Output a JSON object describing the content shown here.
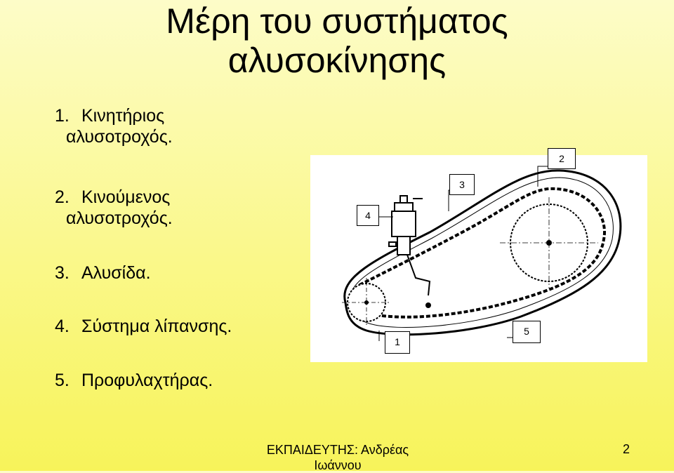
{
  "slide": {
    "title_line1": "Μέρη του συστήματος",
    "title_line2": "αλυσοκίνησης",
    "items": [
      {
        "num": "1.",
        "line1": "Κινητήριος",
        "line2": "αλυσοτροχός."
      },
      {
        "num": "2.",
        "line1": "Κινούμενος",
        "line2": "αλυσοτροχός."
      },
      {
        "num": "3.",
        "line1": "Αλυσίδα.",
        "line2": ""
      },
      {
        "num": "4.",
        "line1": "Σύστημα λίπανσης.",
        "line2": ""
      },
      {
        "num": "5.",
        "line1": "Προφυλαχτήρας.",
        "line2": ""
      }
    ],
    "diagram_labels": [
      "1",
      "2",
      "3",
      "4",
      "5"
    ],
    "footer": "ΕΚΠΑΙΔΕΥΤΗΣ: Ανδρέας Ιωάννου",
    "page_number": "2"
  }
}
